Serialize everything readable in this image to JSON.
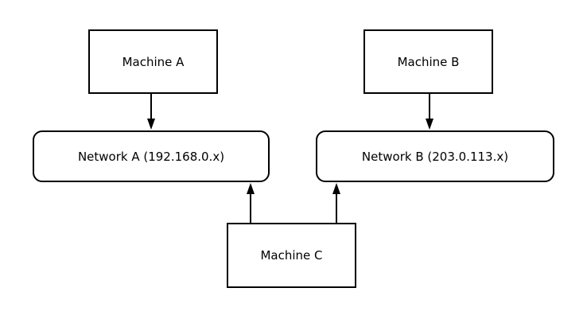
{
  "diagram": {
    "background_color": "#ffffff",
    "stroke_color": "#000000",
    "text_color": "#000000",
    "nodes": {
      "machine_a": {
        "label": "Machine A",
        "shape": "rectangle"
      },
      "machine_b": {
        "label": "Machine B",
        "shape": "rectangle"
      },
      "network_a": {
        "label": "Network A (192.168.0.x)",
        "shape": "rounded-rectangle"
      },
      "network_b": {
        "label": "Network B (203.0.113.x)",
        "shape": "rounded-rectangle"
      },
      "machine_c": {
        "label": "Machine C",
        "shape": "rectangle"
      }
    },
    "edges": [
      {
        "from": "machine_a",
        "to": "network_a",
        "style": "solid",
        "arrowhead": "filled-triangle",
        "direction": "down"
      },
      {
        "from": "machine_b",
        "to": "network_b",
        "style": "solid",
        "arrowhead": "filled-triangle",
        "direction": "down"
      },
      {
        "from": "machine_c",
        "to": "network_a",
        "style": "solid",
        "arrowhead": "filled-triangle",
        "direction": "up"
      },
      {
        "from": "machine_c",
        "to": "network_b",
        "style": "solid",
        "arrowhead": "filled-triangle",
        "direction": "up"
      }
    ]
  }
}
